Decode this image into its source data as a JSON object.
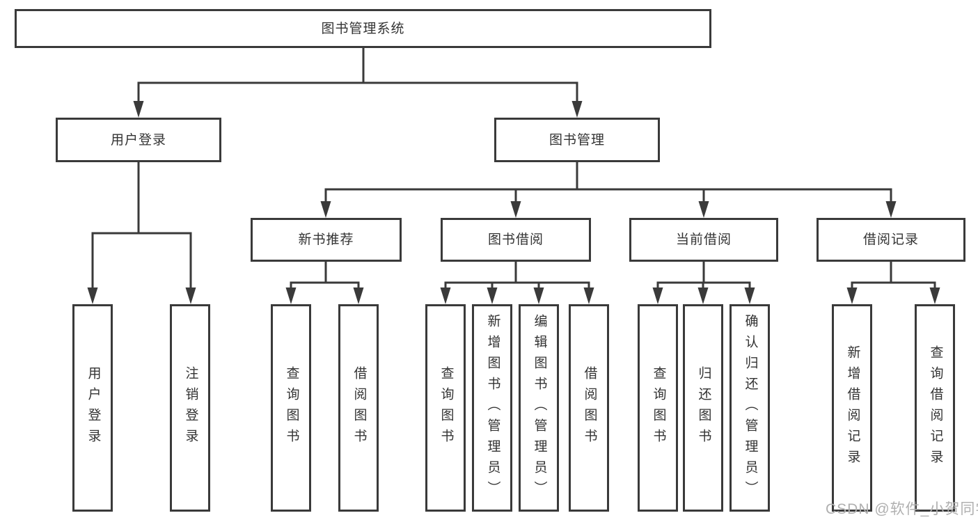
{
  "colors": {
    "line": "#3a3a3a",
    "text": "#333333",
    "box_fill": "#ffffff",
    "watermark": "#b0b0b0"
  },
  "watermark": {
    "text": "CSDN @软件_小贺同学"
  },
  "tree": {
    "label": "图书管理系统",
    "children": [
      {
        "label": "用户登录",
        "children": [
          {
            "label": "用户登录"
          },
          {
            "label": "注销登录"
          }
        ]
      },
      {
        "label": "图书管理",
        "children": [
          {
            "label": "新书推荐",
            "children": [
              {
                "label": "查询图书"
              },
              {
                "label": "借阅图书"
              }
            ]
          },
          {
            "label": "图书借阅",
            "children": [
              {
                "label": "查询图书"
              },
              {
                "label": "新增图书（管理员）"
              },
              {
                "label": "编辑图书（管理员）"
              },
              {
                "label": "借阅图书"
              }
            ]
          },
          {
            "label": "当前借阅",
            "children": [
              {
                "label": "查询图书"
              },
              {
                "label": "归还图书"
              },
              {
                "label": "确认归还（管理员）"
              }
            ]
          },
          {
            "label": "借阅记录",
            "children": [
              {
                "label": "新增借阅记录"
              },
              {
                "label": "查询借阅记录"
              }
            ]
          }
        ]
      }
    ]
  }
}
